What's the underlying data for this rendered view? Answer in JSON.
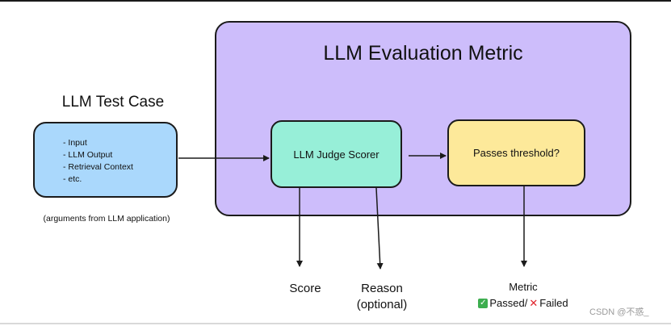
{
  "diagram": {
    "metric_title": "LLM Evaluation Metric",
    "test_case": {
      "title": "LLM Test Case",
      "items": [
        "- Input",
        "- LLM Output",
        "- Retrieval Context",
        "- etc."
      ],
      "caption": "(arguments from LLM application)"
    },
    "judge_label": "LLM Judge Scorer",
    "threshold_label": "Passes threshold?",
    "outputs": {
      "score": "Score",
      "reason_line1": "Reason",
      "reason_line2": "(optional)",
      "metric_title": "Metric",
      "passed": "Passed",
      "separator": "/",
      "failed": "Failed"
    },
    "watermark": "CSDN @不惑_"
  },
  "colors": {
    "metric_box": "#cdbdfb",
    "test_case_box": "#aad8fc",
    "judge_box": "#97efd8",
    "threshold_box": "#fde99a",
    "pass_check": "#3dae4f",
    "fail_cross": "#e0232b"
  },
  "icons": [
    "check-mark-icon",
    "cross-mark-icon"
  ]
}
